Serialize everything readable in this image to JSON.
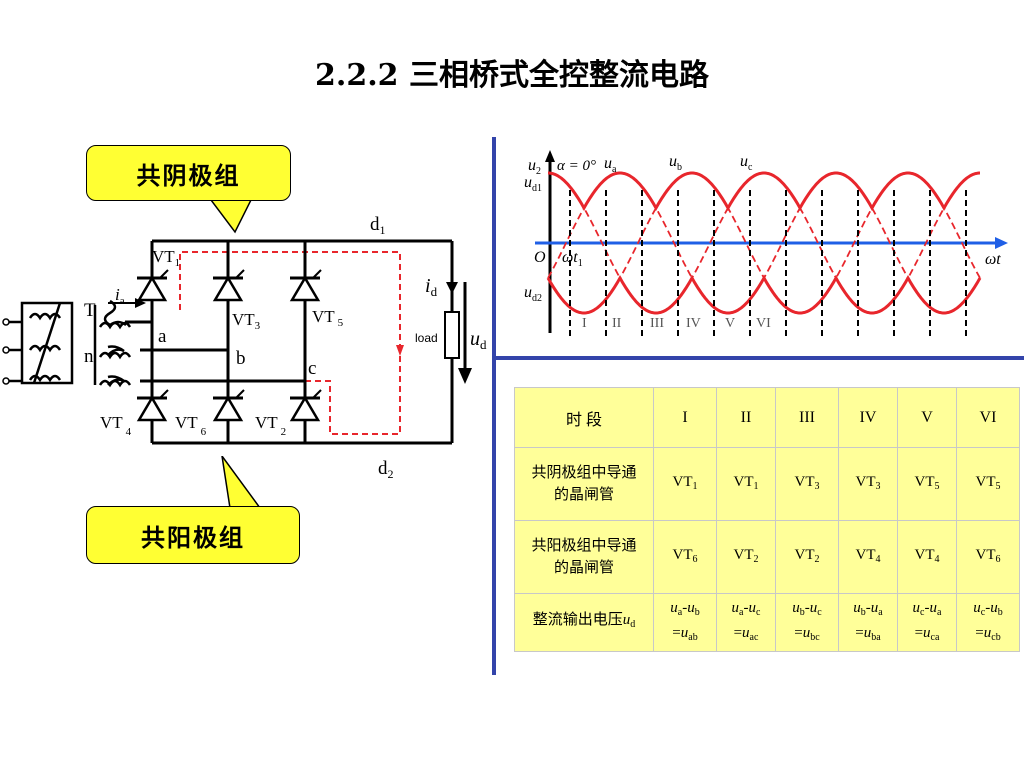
{
  "title": "2.2.2   三相桥式全控整流电路",
  "callouts": {
    "top": "共阴极组",
    "bottom": "共阳极组"
  },
  "circuit": {
    "labels": {
      "vt1": "VT",
      "vt1_sub": "1",
      "vt3": "VT",
      "vt3_sub": "3",
      "vt5": "VT",
      "vt5_sub": "5",
      "vt4": "VT",
      "vt4_sub": "4",
      "vt6": "VT",
      "vt6_sub": "6",
      "vt2": "VT",
      "vt2_sub": "2",
      "d1": "d",
      "d1_sub": "1",
      "d2": "d",
      "d2_sub": "2",
      "id": "i",
      "id_sub": "d",
      "ud": "u",
      "ud_sub": "d",
      "ia": "i",
      "ia_sub": "a",
      "load": "load",
      "T": "T",
      "n": "n",
      "a": "a",
      "b": "b",
      "c": "c"
    }
  },
  "waveform": {
    "labels": {
      "u2": "u",
      "u2_sub": "2",
      "ud1": "u",
      "ud1_sub": "d1",
      "ud2": "u",
      "ud2_sub": "d2",
      "alpha": "α = 0°",
      "ua": "u",
      "ua_sub": "a",
      "ub": "u",
      "ub_sub": "b",
      "uc": "u",
      "uc_sub": "c",
      "O": "O",
      "wt1": "ωt",
      "wt1_sub": "1",
      "wt": "ωt"
    },
    "segments": [
      "I",
      "II",
      "III",
      "IV",
      "V",
      "VI"
    ],
    "colors": {
      "wave": "#e8262c",
      "axis": "#1f5fe6",
      "divider": "#3344aa"
    }
  },
  "table": {
    "header": {
      "label": "时    段",
      "periods": [
        "I",
        "II",
        "III",
        "IV",
        "V",
        "VI"
      ]
    },
    "cathode": {
      "label1": "共阴极组中导通",
      "label2": "的晶闸管",
      "cells": [
        {
          "t": "VT",
          "s": "1"
        },
        {
          "t": "VT",
          "s": "1"
        },
        {
          "t": "VT",
          "s": "3"
        },
        {
          "t": "VT",
          "s": "3"
        },
        {
          "t": "VT",
          "s": "5"
        },
        {
          "t": "VT",
          "s": "5"
        }
      ]
    },
    "anode": {
      "label1": "共阳极组中导通",
      "label2": "的晶闸管",
      "cells": [
        {
          "t": "VT",
          "s": "6"
        },
        {
          "t": "VT",
          "s": "2"
        },
        {
          "t": "VT",
          "s": "2"
        },
        {
          "t": "VT",
          "s": "4"
        },
        {
          "t": "VT",
          "s": "4"
        },
        {
          "t": "VT",
          "s": "6"
        }
      ]
    },
    "output": {
      "label": "整流输出电压",
      "label_var": "u",
      "label_sub": "d",
      "cells": [
        {
          "a": "a",
          "b": "b",
          "c": "ab"
        },
        {
          "a": "a",
          "b": "c",
          "c": "ac"
        },
        {
          "a": "b",
          "b": "c",
          "c": "bc"
        },
        {
          "a": "b",
          "b": "a",
          "c": "ba"
        },
        {
          "a": "c",
          "b": "a",
          "c": "ca"
        },
        {
          "a": "c",
          "b": "b",
          "c": "cb"
        }
      ]
    }
  }
}
